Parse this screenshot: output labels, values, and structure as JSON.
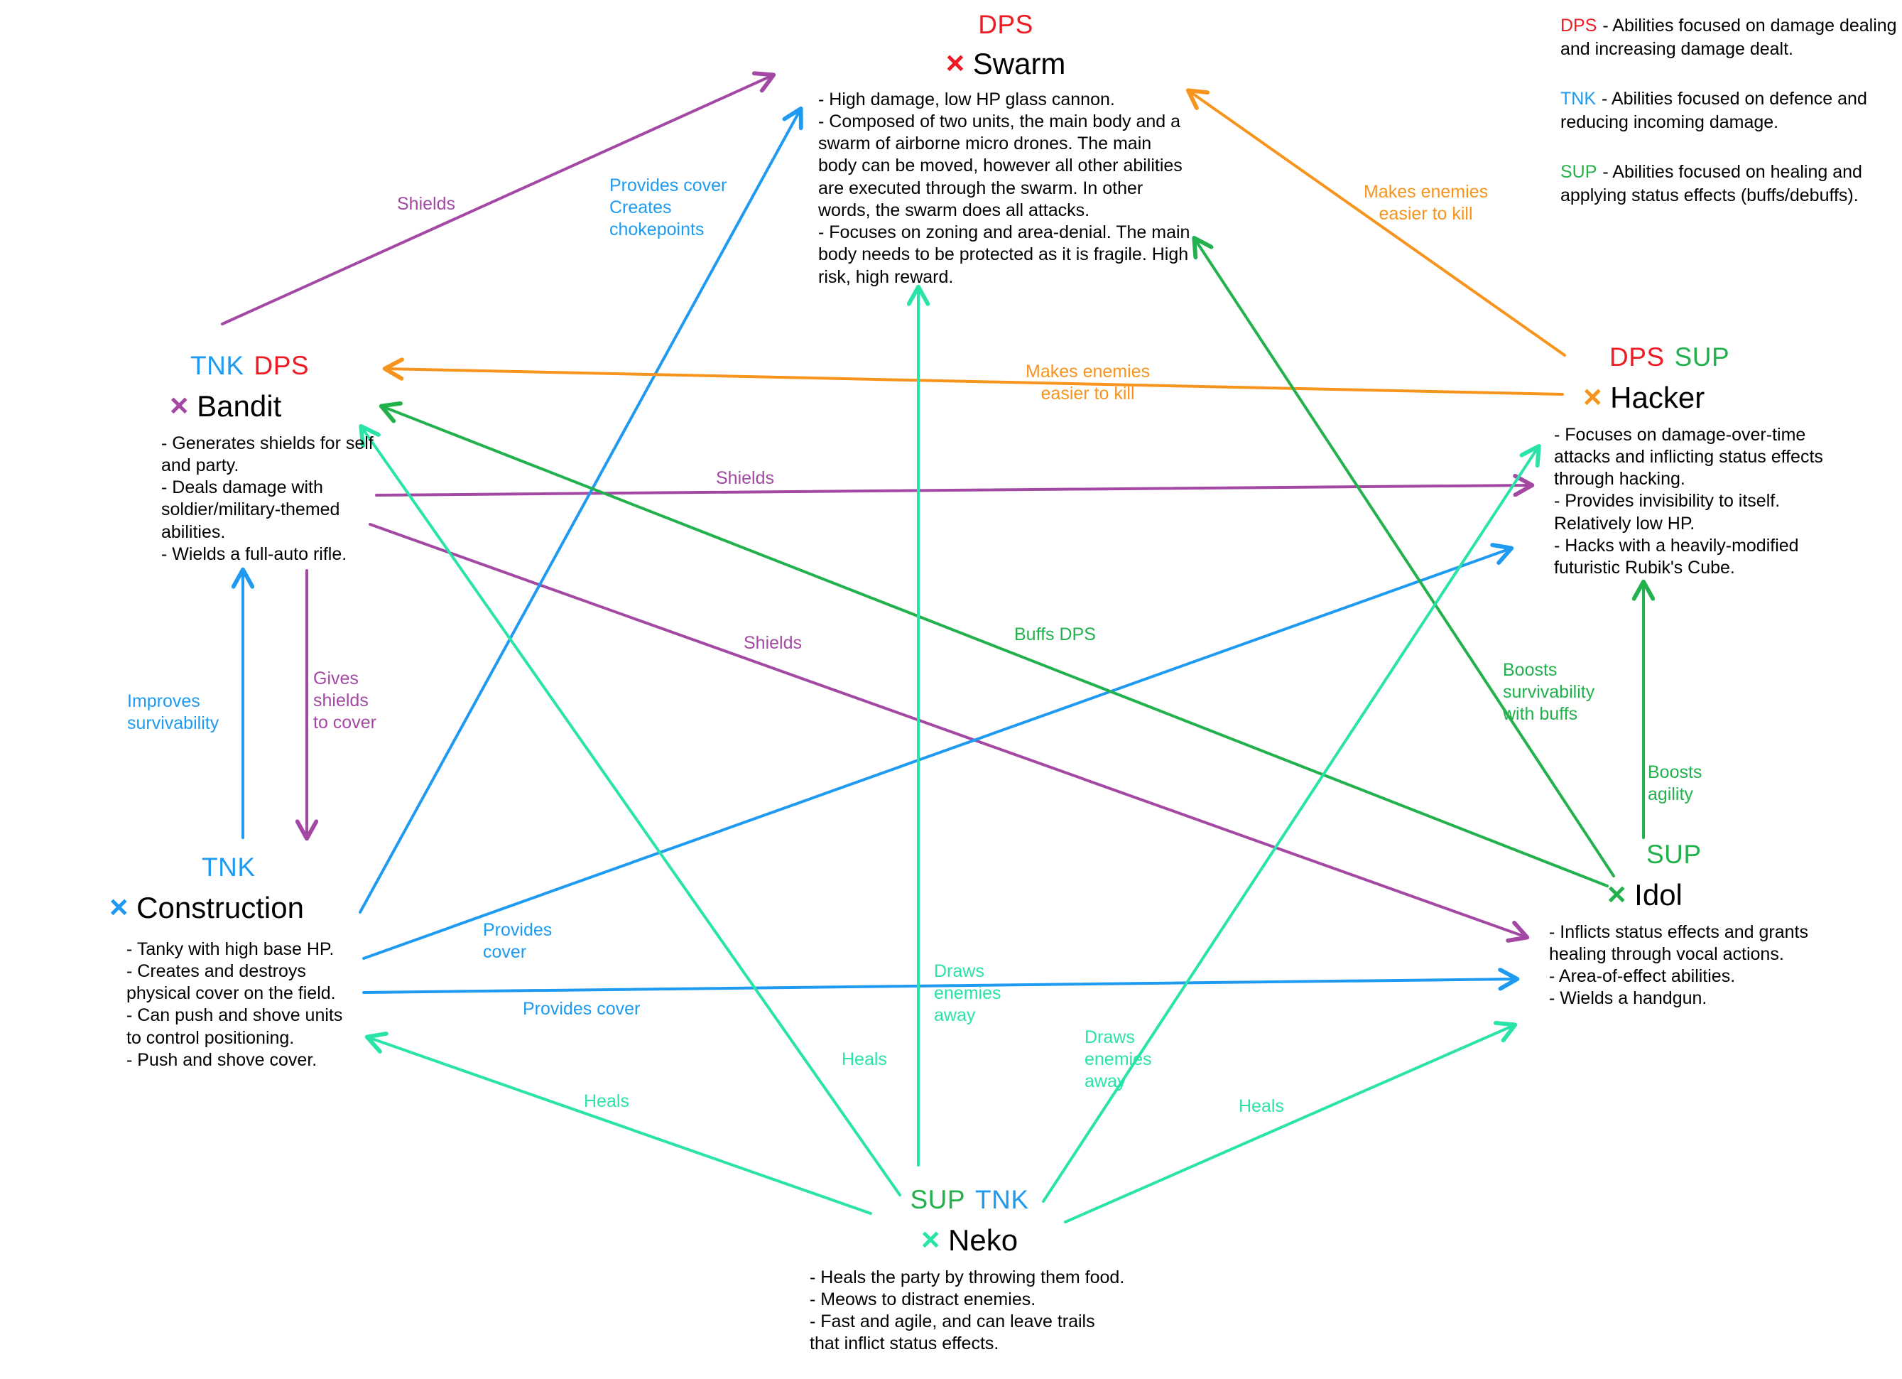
{
  "icons": {
    "x": "×"
  },
  "colors": {
    "dps_red": "#ed1c24",
    "tnk_blue": "#1e9bf0",
    "sup_green": "#22b14c",
    "bandit_purple": "#a349a4",
    "hacker_orange": "#f7941d",
    "neko_teal": "#2ae3a9"
  },
  "legend": {
    "items": [
      {
        "abbr": "DPS",
        "color": "#ed1c24",
        "text": "- Abilities focused on damage dealing and increasing damage dealt."
      },
      {
        "abbr": "TNK",
        "color": "#1e9bf0",
        "text": "- Abilities focused on defence and reducing incoming damage."
      },
      {
        "abbr": "SUP",
        "color": "#22b14c",
        "text": "- Abilities focused on healing and applying status effects (buffs/debuffs)."
      }
    ]
  },
  "nodes": [
    {
      "id": "swarm",
      "name": "Swarm",
      "color": "#ed1c24",
      "roles": [
        {
          "label": "DPS",
          "color": "#ed1c24"
        }
      ],
      "description": "- High damage, low HP glass cannon.\n- Composed of two units, the main body and a swarm of airborne micro drones. The main body can be moved, however all other abilities are executed through the swarm. In other words, the swarm does all attacks.\n- Focuses on zoning and area-denial. The main body needs to be protected as it is fragile. High risk, high reward."
    },
    {
      "id": "bandit",
      "name": "Bandit",
      "color": "#a349a4",
      "roles": [
        {
          "label": "TNK",
          "color": "#1e9bf0"
        },
        {
          "label": "DPS",
          "color": "#ed1c24"
        }
      ],
      "description": "- Generates shields for self and party.\n- Deals damage with soldier/military-themed abilities.\n- Wields a full-auto rifle."
    },
    {
      "id": "hacker",
      "name": "Hacker",
      "color": "#f7941d",
      "roles": [
        {
          "label": "DPS",
          "color": "#ed1c24"
        },
        {
          "label": "SUP",
          "color": "#22b14c"
        }
      ],
      "description": "- Focuses on damage-over-time attacks and inflicting status effects through hacking.\n- Provides invisibility to itself. Relatively low HP.\n- Hacks with a heavily-modified futuristic Rubik's Cube."
    },
    {
      "id": "construction",
      "name": "Construction",
      "color": "#1e9bf0",
      "roles": [
        {
          "label": "TNK",
          "color": "#1e9bf0"
        }
      ],
      "description": "- Tanky with high base HP.\n- Creates and destroys physical cover on the field.\n- Can push and shove units to control positioning.\n- Push and shove cover."
    },
    {
      "id": "idol",
      "name": "Idol",
      "color": "#22b14c",
      "roles": [
        {
          "label": "SUP",
          "color": "#22b14c"
        }
      ],
      "description": "- Inflicts status effects and grants healing through vocal actions.\n- Area-of-effect abilities.\n- Wields a handgun."
    },
    {
      "id": "neko",
      "name": "Neko",
      "color": "#2ae3a9",
      "roles": [
        {
          "label": "SUP",
          "color": "#22b14c"
        },
        {
          "label": "TNK",
          "color": "#1e9bf0"
        }
      ],
      "description": "- Heals the party by throwing them food.\n- Meows to distract enemies.\n- Fast and agile, and can leave trails that inflict status effects."
    }
  ],
  "edges": [
    {
      "from": "bandit",
      "to": "swarm",
      "color": "#a349a4",
      "label": "Shields"
    },
    {
      "from": "bandit",
      "to": "hacker",
      "color": "#a349a4",
      "label": "Shields"
    },
    {
      "from": "bandit",
      "to": "idol",
      "color": "#a349a4",
      "label": "Shields"
    },
    {
      "from": "bandit",
      "to": "construction",
      "color": "#a349a4",
      "label": "Gives\nshields\nto cover"
    },
    {
      "from": "construction",
      "to": "swarm",
      "color": "#1e9bf0",
      "label": "Provides cover\nCreates\nchokepoints"
    },
    {
      "from": "construction",
      "to": "bandit",
      "color": "#1e9bf0",
      "label": "Improves\nsurvivability"
    },
    {
      "from": "construction",
      "to": "hacker",
      "color": "#1e9bf0",
      "label": "Provides\ncover"
    },
    {
      "from": "construction",
      "to": "idol",
      "color": "#1e9bf0",
      "label": "Provides cover"
    },
    {
      "from": "hacker",
      "to": "swarm",
      "color": "#f7941d",
      "label": "Makes enemies\neasier to kill"
    },
    {
      "from": "hacker",
      "to": "bandit",
      "color": "#f7941d",
      "label": "Makes enemies\neasier to kill"
    },
    {
      "from": "idol",
      "to": "bandit",
      "color": "#22b14c",
      "label": "Buffs DPS"
    },
    {
      "from": "idol",
      "to": "swarm",
      "color": "#22b14c",
      "label": "Boosts\nsurvivability\nwith buffs"
    },
    {
      "from": "idol",
      "to": "hacker",
      "color": "#22b14c",
      "label": "Boosts\nagility"
    },
    {
      "from": "neko",
      "to": "swarm",
      "color": "#2ae3a9",
      "label": "Draws\nenemies\naway"
    },
    {
      "from": "neko",
      "to": "bandit",
      "color": "#2ae3a9",
      "label": "Heals"
    },
    {
      "from": "neko",
      "to": "construction",
      "color": "#2ae3a9",
      "label": "Heals"
    },
    {
      "from": "neko",
      "to": "idol",
      "color": "#2ae3a9",
      "label": "Heals"
    },
    {
      "from": "neko",
      "to": "hacker",
      "color": "#2ae3a9",
      "label": "Draws\nenemies\naway"
    }
  ]
}
